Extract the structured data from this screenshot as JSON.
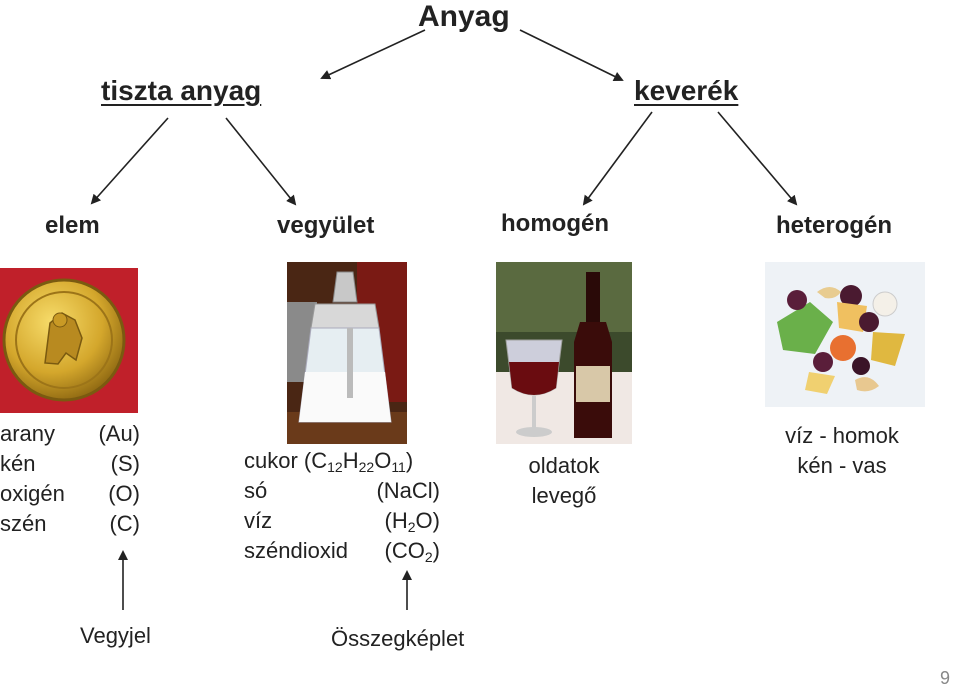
{
  "title": "Anyag",
  "level1": {
    "left": "tiszta anyag",
    "right": "keverék"
  },
  "level2": {
    "elem": "elem",
    "vegyulet": "vegyület",
    "homogen": "homogén",
    "heterogen": "heterogén"
  },
  "elements": [
    {
      "name": "arany",
      "symbol": "(Au)"
    },
    {
      "name": "kén",
      "symbol": "(S)"
    },
    {
      "name": "oxigén",
      "symbol": "(O)"
    },
    {
      "name": "szén",
      "symbol": "(C)"
    }
  ],
  "compounds": [
    {
      "name": "cukor",
      "open": "(C",
      "s1": "12",
      "m1": "H",
      "s2": "22",
      "m2": "O",
      "s3": "11",
      "close": ")"
    },
    {
      "name": "só",
      "formula": "(NaCl)"
    },
    {
      "name": "víz",
      "open": "(H",
      "sub": "2",
      "close": "O)"
    },
    {
      "name": "széndioxid",
      "open": "(CO",
      "sub": "2",
      "close": ")"
    }
  ],
  "homogeneous": [
    "oldatok",
    "levegő"
  ],
  "heterogeneous": [
    "víz - homok",
    "kén - vas"
  ],
  "labels": {
    "symbol": "Vegyjel",
    "formula": "Összegképlet"
  },
  "page_number": "9",
  "colors": {
    "text": "#222222",
    "coin_gold": "#d4a72c",
    "coin_bg": "#c0202a"
  }
}
